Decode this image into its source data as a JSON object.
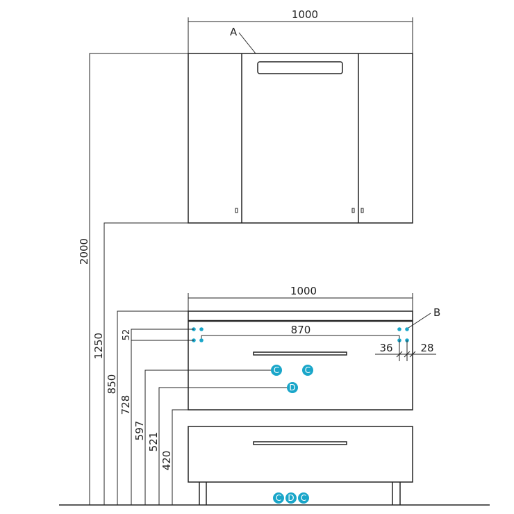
{
  "dimensions": {
    "mirror_width": "1000",
    "cabinet_width": "1000",
    "total_height": "2000",
    "mirror_bottom_height": "1250",
    "cabinet_top_height": "850",
    "upper_mount_height": "728",
    "water_outlet_height": "597",
    "drain_height": "521",
    "lower_drawer_top_height": "420",
    "mount_spacing_vertical": "52",
    "mount_spacing_horizontal": "870",
    "offset_left": "36",
    "offset_right": "28"
  },
  "callouts": {
    "mirror_light": "A",
    "mount_points": "B",
    "water_c": "C",
    "drain_d": "D"
  },
  "colors": {
    "line": "#222222",
    "accent": "#1aa6c9"
  }
}
